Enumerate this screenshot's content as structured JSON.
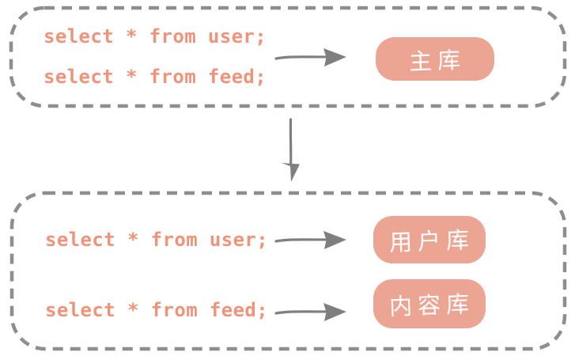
{
  "diagram": {
    "title_hint": "sql-routing-diagram",
    "colors": {
      "pill_fill": "#EDA593",
      "sql_text": "#F0937B",
      "dashed_border": "#8E8E8E",
      "arrow": "#7F7F7F",
      "pill_label": "#FFFFFF"
    },
    "top_group": {
      "queries": [
        {
          "text": "select * from user;"
        },
        {
          "text": "select * from feed;"
        }
      ],
      "database_label": "主库"
    },
    "bottom_group": {
      "rows": [
        {
          "query": "select * from user;",
          "database_label": "用户库"
        },
        {
          "query": "select * from feed;",
          "database_label": "内容库"
        }
      ]
    }
  }
}
